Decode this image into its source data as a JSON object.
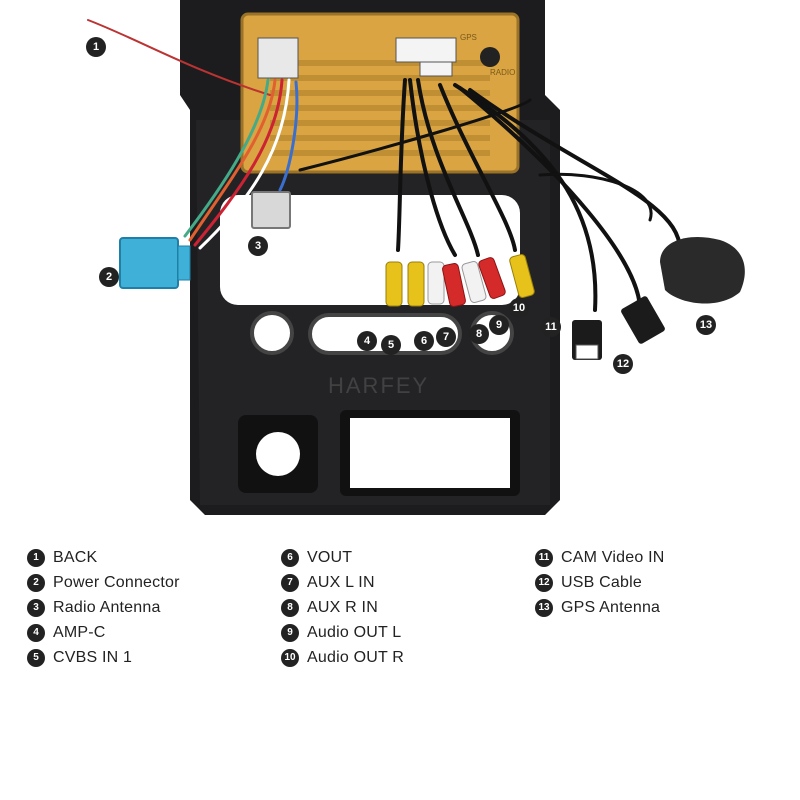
{
  "brand_watermark": "HARFEY",
  "unit_labels": {
    "gps": "GPS",
    "radio": "RADIO"
  },
  "callouts": [
    "1",
    "2",
    "3",
    "4",
    "5",
    "6",
    "7",
    "8",
    "9",
    "10",
    "11",
    "12",
    "13"
  ],
  "legend": {
    "columns": [
      [
        {
          "num": "1",
          "label": "BACK"
        },
        {
          "num": "2",
          "label": "Power Connector"
        },
        {
          "num": "3",
          "label": "Radio Antenna"
        },
        {
          "num": "4",
          "label": "AMP-C"
        },
        {
          "num": "5",
          "label": "CVBS IN 1"
        }
      ],
      [
        {
          "num": "6",
          "label": "VOUT"
        },
        {
          "num": "7",
          "label": "AUX L IN"
        },
        {
          "num": "8",
          "label": "AUX R IN"
        },
        {
          "num": "9",
          "label": "Audio OUT L"
        },
        {
          "num": "10",
          "label": "Audio OUT R"
        }
      ],
      [
        {
          "num": "11",
          "label": "CAM Video IN"
        },
        {
          "num": "12",
          "label": "USB Cable"
        },
        {
          "num": "13",
          "label": "GPS Antenna"
        }
      ]
    ]
  },
  "colors": {
    "frame": "#1c1c1e",
    "unit_gold": "#d9a441",
    "connector_blue": "#3fb0d8",
    "rca_yellow": "#e6c21a",
    "rca_white": "#f2f2f2",
    "rca_red": "#d42a2a",
    "callout_bg": "#222222"
  }
}
